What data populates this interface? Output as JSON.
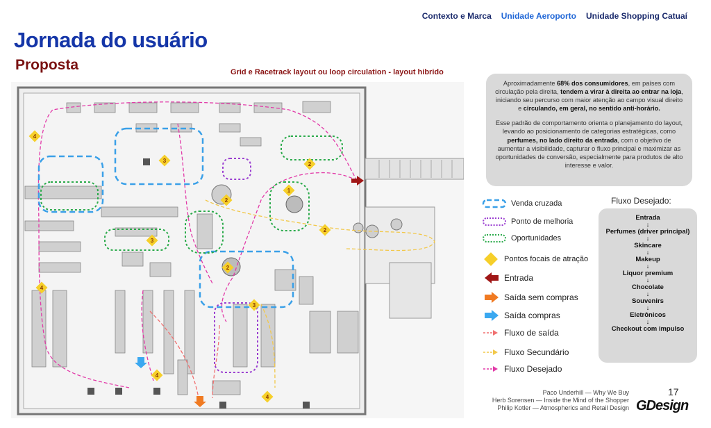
{
  "nav": {
    "items": [
      {
        "label": "Contexto e Marca",
        "active": false
      },
      {
        "label": "Unidade Aeroporto",
        "active": true
      },
      {
        "label": "Unidade Shopping Catuaí",
        "active": false
      }
    ]
  },
  "header": {
    "title": "Jornada do usuário",
    "subtitle": "Proposta"
  },
  "layout_caption": "Grid e Racetrack layout ou loop circulation - layout hibrido",
  "plan": {
    "markers": [
      "4",
      "3",
      "2",
      "1",
      "2",
      "2",
      "3",
      "2",
      "4",
      "3",
      "4",
      "4"
    ]
  },
  "info": {
    "p1": {
      "t1": "Aproximadamente ",
      "b1": "68% dos consumidores",
      "t2": ", em países com circulação pela direita, ",
      "b2": "tendem a virar à direita ao entrar na loja",
      "t3": ", iniciando seu percurso com maior atenção ao campo visual direito e ",
      "b3": "circulando, em geral, no sentido anti-horário."
    },
    "p2": {
      "t1": "Esse padrão de comportamento orienta o planejamento do layout, levando ao posicionamento de categorias estratégicas, como ",
      "b1": "perfumes, no lado direito da entrada",
      "t2": ", com o objetivo de aumentar a visibilidade, capturar o fluxo principal e maximizar as oportunidades de conversão, especialmente para produtos de alto interesse e valor."
    }
  },
  "legend": {
    "venda": "Venda cruzada",
    "melhoria": "Ponto de melhoria",
    "oportunidades": "Oportunidades",
    "focais": "Pontos focais de atração",
    "entrada": "Entrada",
    "saida_sem": "Saída sem compras",
    "saida_com": "Saída compras",
    "fluxo_saida": "Fluxo de saída",
    "fluxo_sec": "Fluxo Secundário",
    "fluxo_des": "Fluxo Desejado"
  },
  "colors": {
    "venda": "#3aa0e8",
    "melhoria": "#9b3fd1",
    "oportunidades": "#2aaa4a",
    "focais": "#f6cf2a",
    "entrada": "#a01616",
    "saida_sem": "#f07a22",
    "saida_com": "#3aa8f0",
    "fluxo_saida": "#f07070",
    "fluxo_sec": "#f2c84a",
    "fluxo_des": "#e23aa8"
  },
  "fluxo": {
    "title": "Fluxo Desejado:",
    "steps": [
      "Entrada",
      "Perfumes (driver principal)",
      "Skincare",
      "Makeup",
      "Liquor premium",
      "Chocolate",
      "Souvenirs",
      "Eletrônicos",
      "Checkout com impulso"
    ],
    "arrow": "↓"
  },
  "refs": [
    "Paco Underhill — Why We Buy",
    "Herb Sorensen — Inside the Mind of the Shopper",
    "Philip Kotler — Atmospherics and Retail Design"
  ],
  "page_number": "17",
  "logo": "GDesign"
}
